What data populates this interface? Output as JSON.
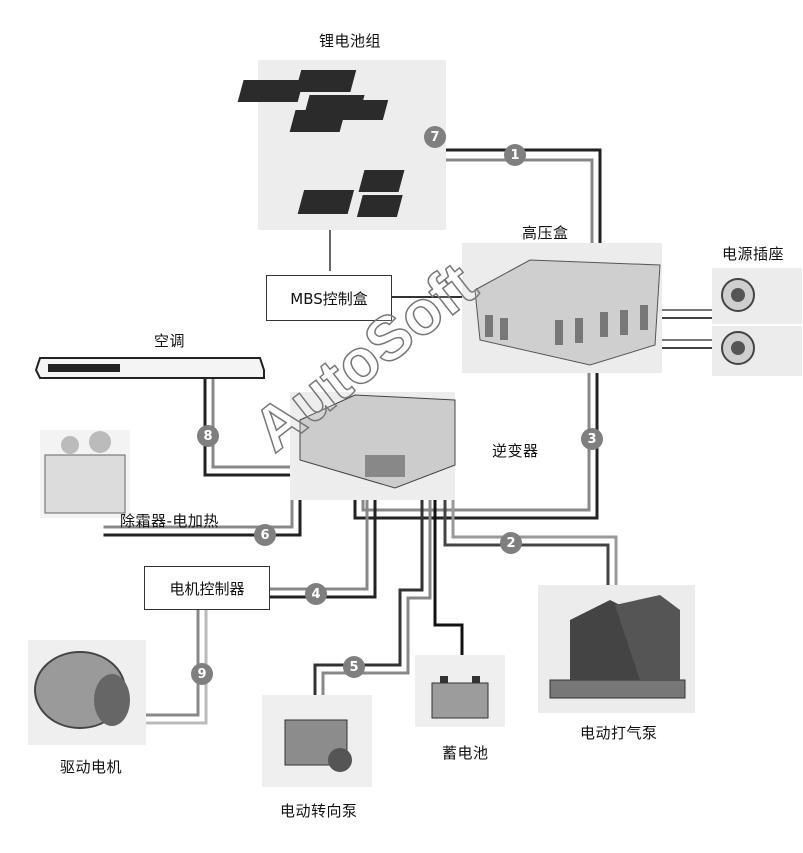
{
  "labels": {
    "battery_pack": "锂电池组",
    "hv_box": "高压盒",
    "power_socket": "电源插座",
    "mbs_box": "MBS控制盒",
    "aircon": "空调",
    "inverter": "逆变器",
    "defrost": "除霜器-电加热",
    "motor_controller": "电机控制器",
    "drive_motor": "驱动电机",
    "steering_pump": "电动转向泵",
    "battery": "蓄电池",
    "air_pump": "电动打气泵"
  },
  "badges": [
    "1",
    "2",
    "3",
    "4",
    "5",
    "6",
    "7",
    "8",
    "9"
  ],
  "watermark": "AutoSoft"
}
